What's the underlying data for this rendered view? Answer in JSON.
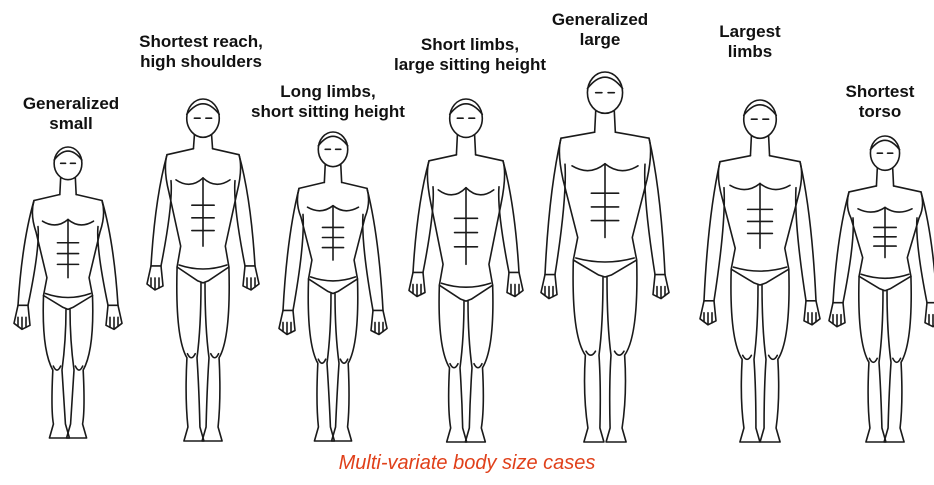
{
  "figures": [
    {
      "key": "generalized-small",
      "label_lines": [
        "Generalized",
        "small"
      ]
    },
    {
      "key": "shortest-reach",
      "label_lines": [
        "Shortest reach,",
        "high shoulders"
      ]
    },
    {
      "key": "long-limbs",
      "label_lines": [
        "Long limbs,",
        "short sitting height"
      ]
    },
    {
      "key": "short-limbs",
      "label_lines": [
        "Short limbs,",
        "large sitting height"
      ]
    },
    {
      "key": "generalized-large",
      "label_lines": [
        "Generalized",
        "large"
      ]
    },
    {
      "key": "largest-limbs",
      "label_lines": [
        "Largest",
        "limbs"
      ]
    },
    {
      "key": "shortest-torso",
      "label_lines": [
        "Shortest",
        "torso"
      ]
    }
  ],
  "caption": "Multi-variate body size cases",
  "colors": {
    "caption": "#e0401a",
    "text": "#111111",
    "outline": "#1a1a1a"
  }
}
